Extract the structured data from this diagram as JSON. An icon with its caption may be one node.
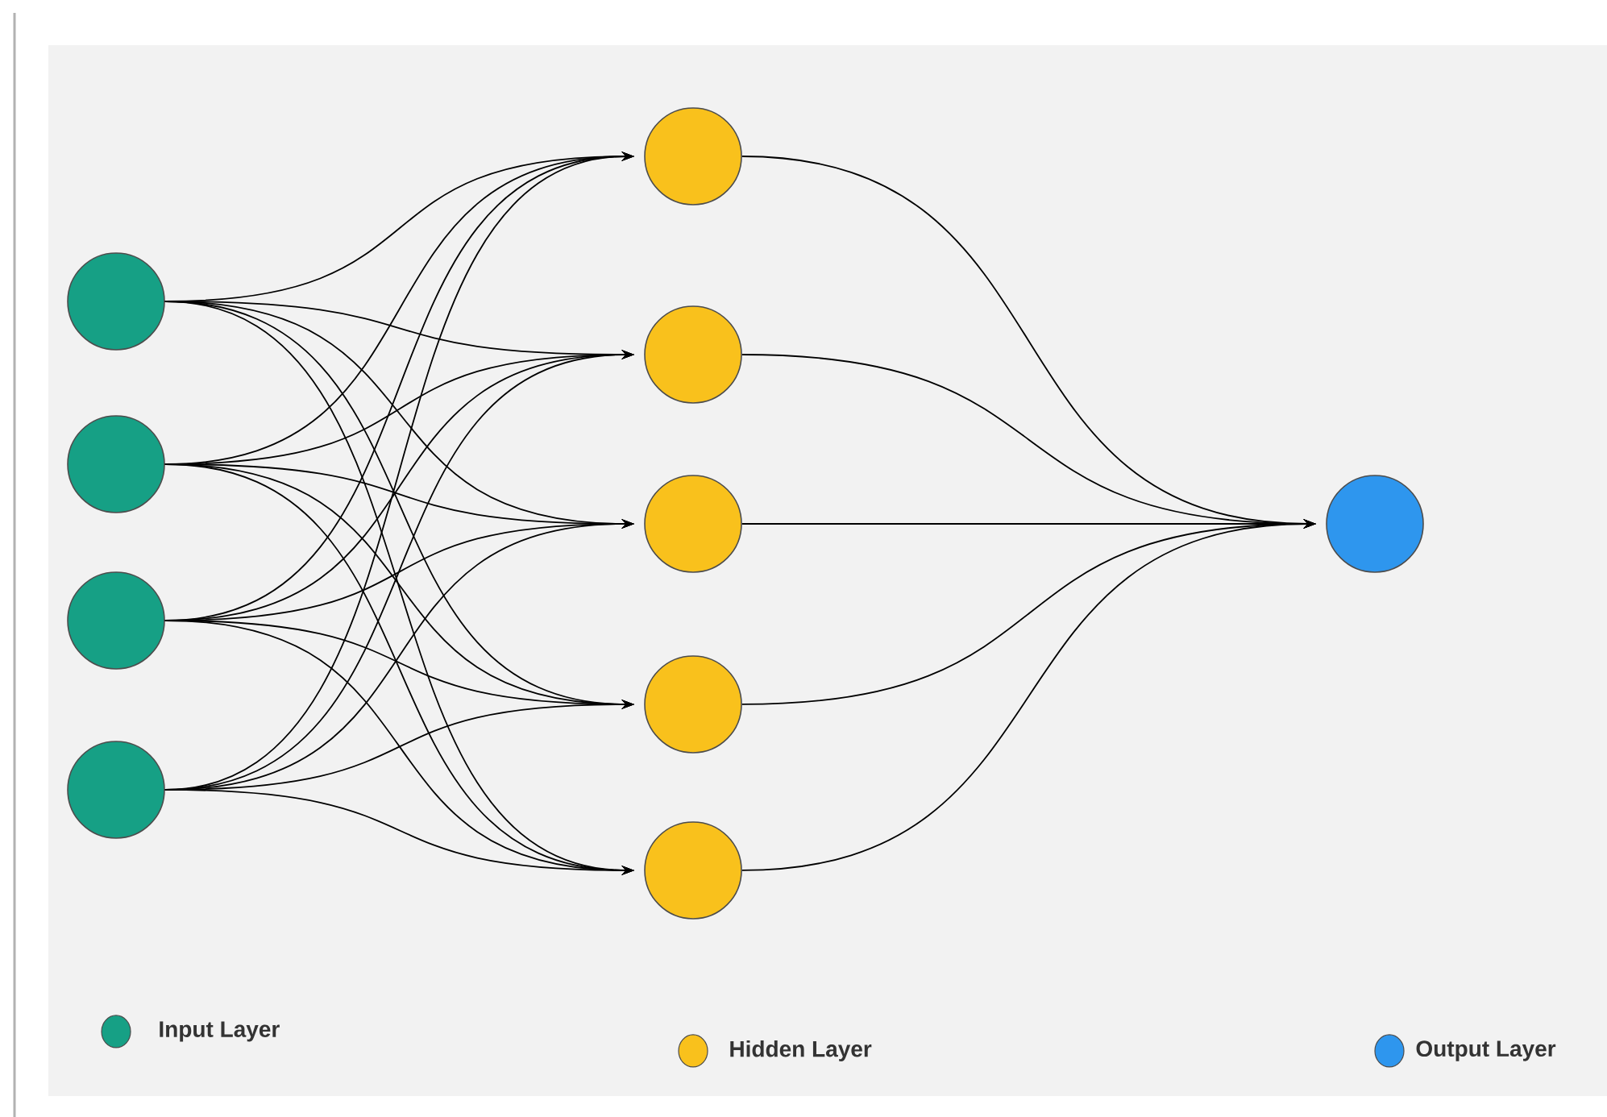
{
  "diagram": {
    "nodes": [
      {
        "text": [],
        "shape": "circle"
      },
      {
        "text": [],
        "shape": "circle"
      },
      {
        "text": [],
        "shape": "circle"
      },
      {
        "text": [],
        "shape": "circle"
      },
      {
        "text": [],
        "shape": "circle"
      },
      {
        "text": [],
        "shape": "circle"
      },
      {
        "text": [],
        "shape": "circle"
      },
      {
        "text": [],
        "shape": "circle"
      },
      {
        "text": [],
        "shape": "circle"
      },
      {
        "text": [],
        "shape": "circle"
      }
    ],
    "edges": [
      {
        "from": 0,
        "to": 4,
        "arrow": "to"
      },
      {
        "from": 0,
        "to": 5,
        "arrow": "to"
      },
      {
        "from": 0,
        "to": 6,
        "arrow": "to"
      },
      {
        "from": 0,
        "to": 7,
        "arrow": "to"
      },
      {
        "from": 0,
        "to": 8,
        "arrow": "to"
      },
      {
        "from": 1,
        "to": 4,
        "arrow": "to"
      },
      {
        "from": 1,
        "to": 5,
        "arrow": "to"
      },
      {
        "from": 1,
        "to": 6,
        "arrow": "to"
      },
      {
        "from": 1,
        "to": 7,
        "arrow": "to"
      },
      {
        "from": 1,
        "to": 8,
        "arrow": "to"
      },
      {
        "from": 2,
        "to": 4,
        "arrow": "to"
      },
      {
        "from": 2,
        "to": 5,
        "arrow": "to"
      },
      {
        "from": 2,
        "to": 6,
        "arrow": "to"
      },
      {
        "from": 2,
        "to": 7,
        "arrow": "to"
      },
      {
        "from": 2,
        "to": 8,
        "arrow": "to"
      },
      {
        "from": 3,
        "to": 4,
        "arrow": "to"
      },
      {
        "from": 3,
        "to": 5,
        "arrow": "to"
      },
      {
        "from": 3,
        "to": 6,
        "arrow": "to"
      },
      {
        "from": 3,
        "to": 7,
        "arrow": "to"
      },
      {
        "from": 3,
        "to": 8,
        "arrow": "to"
      },
      {
        "from": 4,
        "to": 9,
        "arrow": "to"
      },
      {
        "from": 5,
        "to": 9,
        "arrow": "to"
      },
      {
        "from": 6,
        "to": 9,
        "arrow": "to"
      },
      {
        "from": 7,
        "to": 9,
        "arrow": "to"
      },
      {
        "from": 8,
        "to": 9,
        "arrow": "to"
      }
    ],
    "legend": [
      {
        "text": "Input Layer",
        "color": "#16a085"
      },
      {
        "text": "Hidden Layer",
        "color": "#f9c11c"
      },
      {
        "text": "Output Layer",
        "color": "#2e96ee"
      }
    ]
  }
}
